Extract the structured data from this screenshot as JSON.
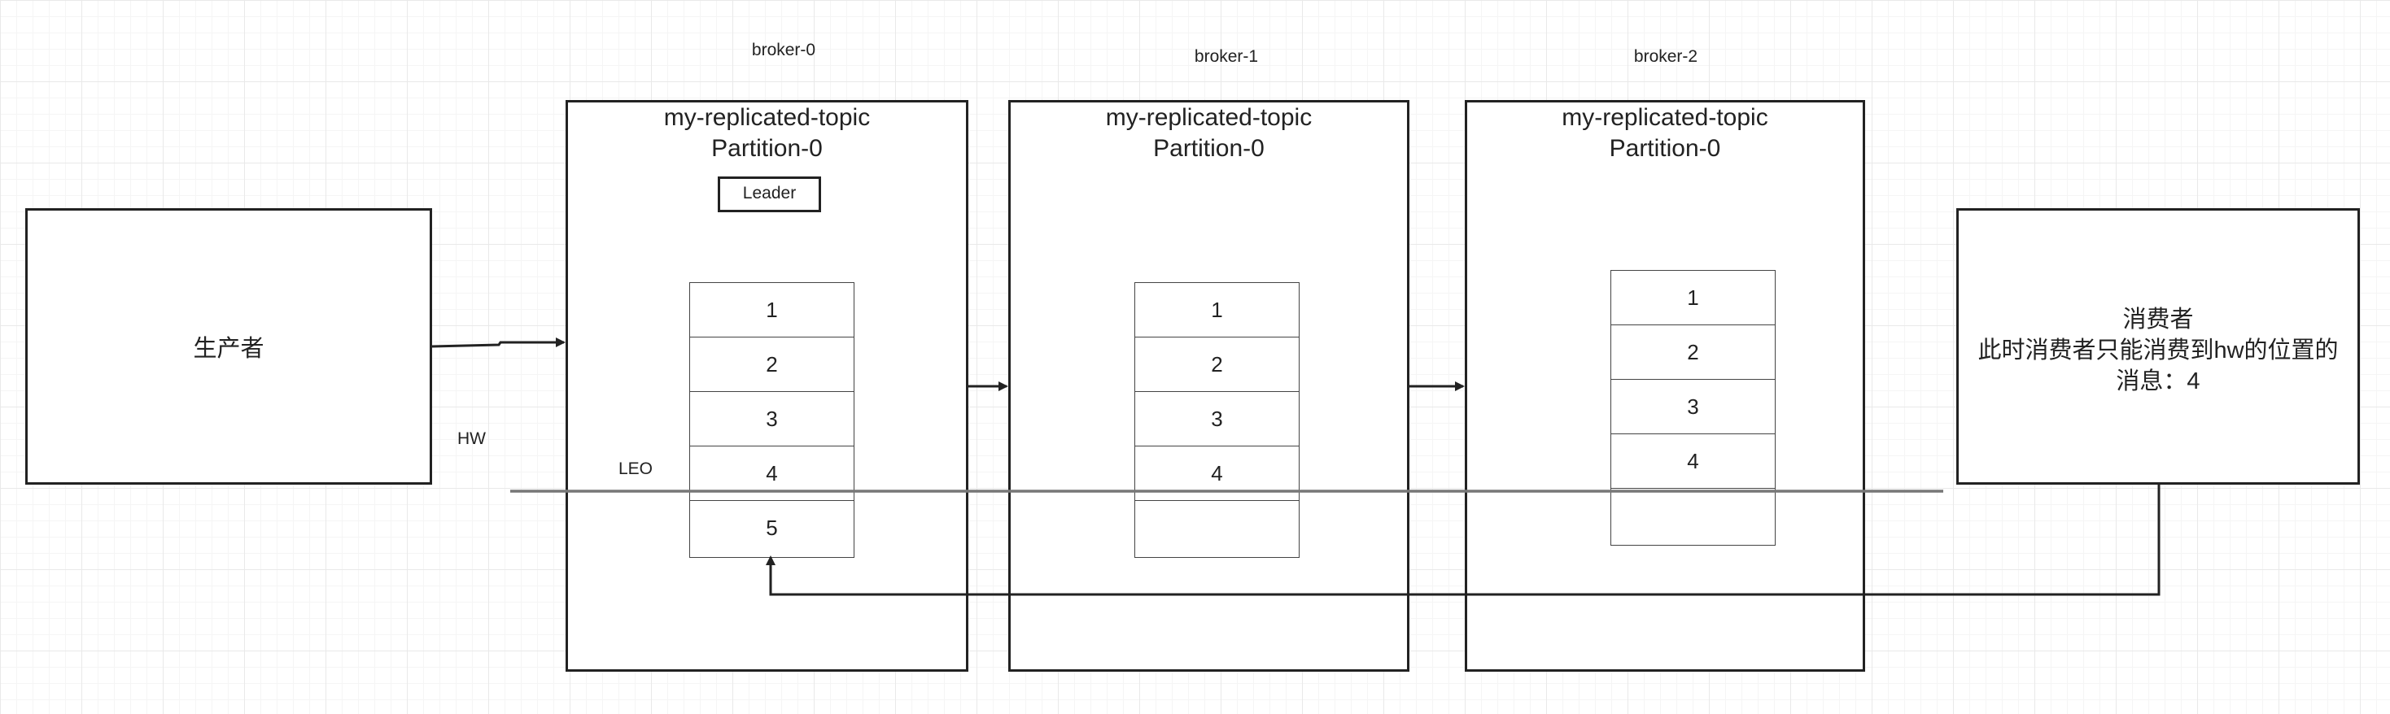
{
  "colors": {
    "stroke": "#222222",
    "hw_line": "#777777",
    "background": "#ffffff",
    "grid": "#e9e9e9"
  },
  "producer": {
    "label": "生产者"
  },
  "consumer": {
    "lines": [
      "消费者",
      "此时消费者只能消费到hw的位置的",
      "消息：4"
    ]
  },
  "markers": {
    "hw": "HW",
    "leo": "LEO"
  },
  "brokers": [
    {
      "name": "broker-0",
      "topic": "my-replicated-topic",
      "partition": "Partition-0",
      "role": "Leader",
      "cells": [
        "1",
        "2",
        "3",
        "4",
        "5"
      ]
    },
    {
      "name": "broker-1",
      "topic": "my-replicated-topic",
      "partition": "Partition-0",
      "cells": [
        "1",
        "2",
        "3",
        "4",
        ""
      ]
    },
    {
      "name": "broker-2",
      "topic": "my-replicated-topic",
      "partition": "Partition-0",
      "cells": [
        "1",
        "2",
        "3",
        "4",
        ""
      ]
    }
  ]
}
